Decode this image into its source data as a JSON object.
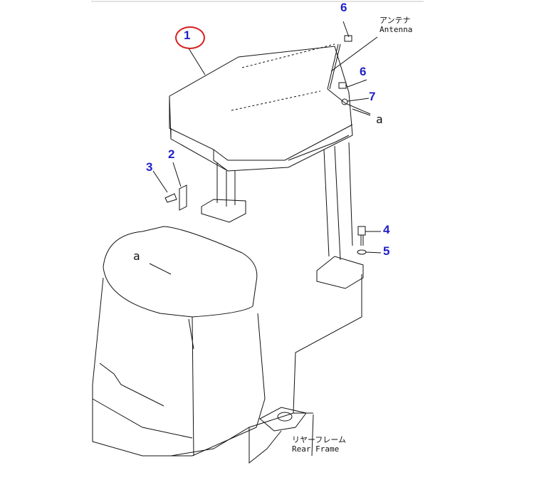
{
  "callouts": {
    "n1": "1",
    "n2": "2",
    "n3": "3",
    "n4": "4",
    "n5": "5",
    "n6a": "6",
    "n6b": "6",
    "n7": "7"
  },
  "labels": {
    "antenna_jp": "アンテナ",
    "antenna_en": "Antenna",
    "rear_frame_jp": "リヤーフレーム",
    "rear_frame_en": "Rear Frame",
    "view_a_top": "a",
    "view_a_body": "a"
  },
  "colors": {
    "callout": "#1f1fc8",
    "highlight": "#d81e1e"
  }
}
